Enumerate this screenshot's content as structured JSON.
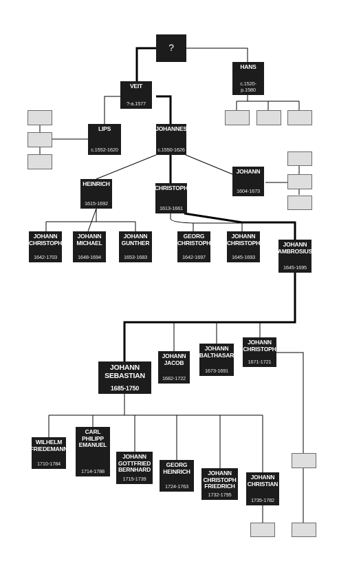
{
  "tree": {
    "root": {
      "name": "?"
    },
    "hans": {
      "name": "HANS",
      "dates": "c.1520-p.1580"
    },
    "veit": {
      "name": "VEIT",
      "dates": "?-a.1577"
    },
    "lips": {
      "name": "LIPS",
      "dates": "c.1552-1620"
    },
    "johannes": {
      "name": "JOHANNES",
      "dates": "c.1550-1626"
    },
    "heinrich": {
      "name": "HEINRICH",
      "dates": "1615-1692"
    },
    "christoph": {
      "name": "CHRISTOPH",
      "dates": "1613-1661"
    },
    "johann_1604": {
      "name": "JOHANN",
      "dates": "1604-1673"
    },
    "johann_christoph_1642": {
      "name": "JOHANN\nCHRISTOPH",
      "dates": "1642-1703"
    },
    "johann_michael": {
      "name": "JOHANN\nMICHAEL",
      "dates": "1648-1694"
    },
    "johann_gunther": {
      "name": "JOHANN\nGUNTHER",
      "dates": "1653-1683"
    },
    "georg_christoph": {
      "name": "GEORG\nCHRISTOPH",
      "dates": "1642-1697"
    },
    "johann_christoph_1645": {
      "name": "JOHANN\nCHRISTOPH",
      "dates": "1645-1693"
    },
    "johann_ambrosius": {
      "name": "JOHANN\nAMBROSIUS",
      "dates": "1645-1695"
    },
    "johann_sebastian": {
      "name": "JOHANN\nSEBASTIAN",
      "dates": "1685-1750"
    },
    "johann_jacob": {
      "name": "JOHANN\nJACOB",
      "dates": "1682-1722"
    },
    "johann_balthasar": {
      "name": "JOHANN\nBALTHASAR",
      "dates": "1673-1691"
    },
    "johann_christoph_1671": {
      "name": "JOHANN\nCHRISTOPH",
      "dates": "1671-1721"
    },
    "wilhelm_friedemann": {
      "name": "WILHELM\nFRIEDEMANN",
      "dates": "1710-1784"
    },
    "carl_philipp_emanuel": {
      "name": "CARL\nPHILIPP\nEMANUEL",
      "dates": "1714-1788"
    },
    "johann_gottfried_bernhard": {
      "name": "JOHANN\nGOTTFRIED\nBERNHARD",
      "dates": "1715-1739"
    },
    "georg_heinrich": {
      "name": "GEORG\nHEINRICH",
      "dates": "1724-1763"
    },
    "johann_christoph_friedrich": {
      "name": "JOHANN\nCHRISTOPH\nFRIEDRICH",
      "dates": "1732-1795"
    },
    "johann_christian": {
      "name": "JOHANN\nCHRISTIAN",
      "dates": "1735-1782"
    }
  }
}
